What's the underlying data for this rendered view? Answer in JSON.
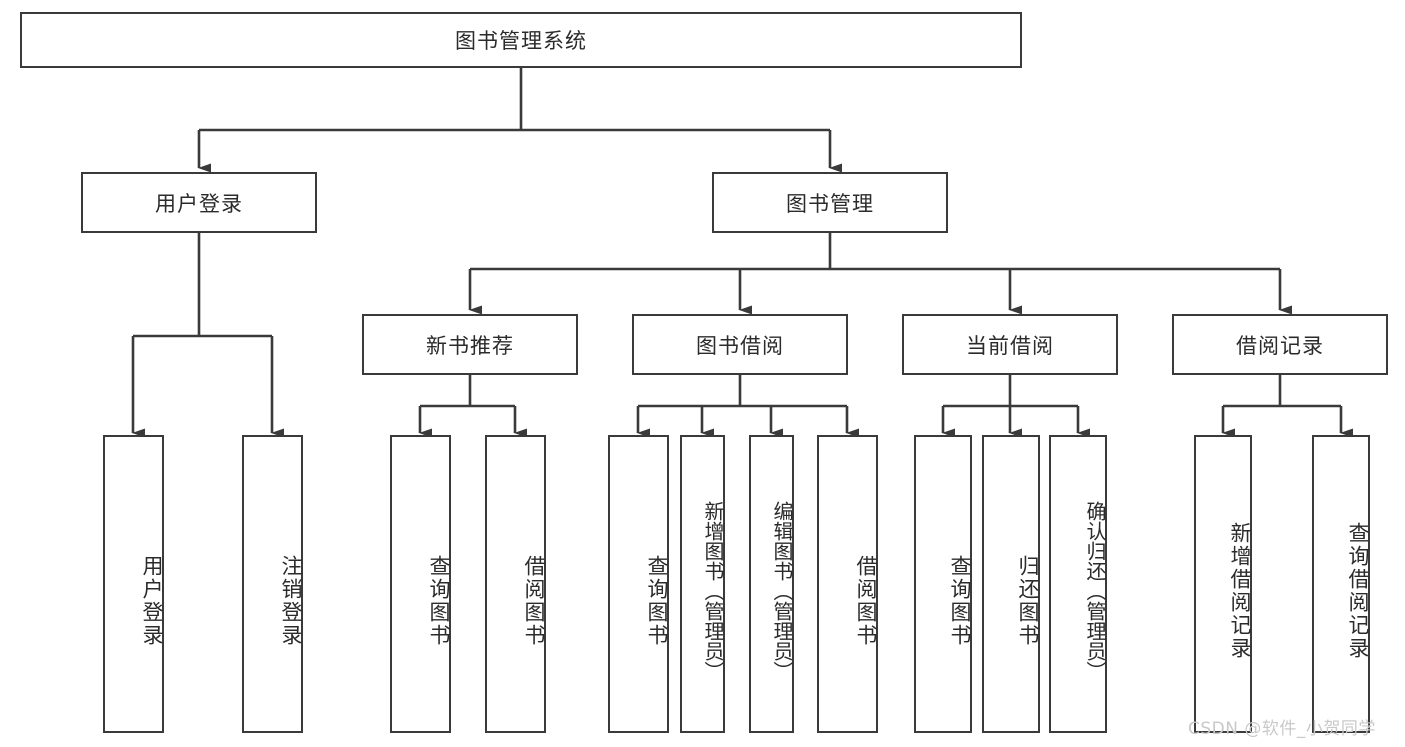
{
  "diagram": {
    "type": "hierarchy-tree",
    "title": "图书管理系统",
    "watermark": "CSDN @软件_小贺同学",
    "colors": {
      "box_border": "#3a3a3a",
      "box_fill": "#ffffff",
      "edge": "#3a3a3a",
      "text": "#2b2b2b",
      "watermark": "#c9c9c9"
    },
    "nodes": {
      "root": {
        "label": "图书管理系统",
        "level": 1,
        "orientation": "horizontal"
      },
      "l2_1": {
        "label": "用户登录",
        "level": 2,
        "orientation": "horizontal"
      },
      "l2_2": {
        "label": "图书管理",
        "level": 2,
        "orientation": "horizontal"
      },
      "l3_1": {
        "label": "新书推荐",
        "level": 3,
        "orientation": "horizontal"
      },
      "l3_2": {
        "label": "图书借阅",
        "level": 3,
        "orientation": "horizontal"
      },
      "l3_3": {
        "label": "当前借阅",
        "level": 3,
        "orientation": "horizontal"
      },
      "l3_4": {
        "label": "借阅记录",
        "level": 3,
        "orientation": "horizontal"
      },
      "leaf_1": {
        "label": "用户登录",
        "level": 4,
        "orientation": "vertical",
        "parent": "用户登录"
      },
      "leaf_2": {
        "label": "注销登录",
        "level": 4,
        "orientation": "vertical",
        "parent": "用户登录"
      },
      "leaf_3": {
        "label": "查询图书",
        "level": 4,
        "orientation": "vertical",
        "parent": "新书推荐"
      },
      "leaf_4": {
        "label": "借阅图书",
        "level": 4,
        "orientation": "vertical",
        "parent": "新书推荐"
      },
      "leaf_5": {
        "label": "查询图书",
        "level": 4,
        "orientation": "vertical",
        "parent": "图书借阅"
      },
      "leaf_6": {
        "label": "新增图书（管理员）",
        "level": 4,
        "orientation": "vertical",
        "parent": "图书借阅"
      },
      "leaf_7": {
        "label": "编辑图书（管理员）",
        "level": 4,
        "orientation": "vertical",
        "parent": "图书借阅"
      },
      "leaf_8": {
        "label": "借阅图书",
        "level": 4,
        "orientation": "vertical",
        "parent": "图书借阅"
      },
      "leaf_9": {
        "label": "查询图书",
        "level": 4,
        "orientation": "vertical",
        "parent": "当前借阅"
      },
      "leaf_10": {
        "label": "归还图书",
        "level": 4,
        "orientation": "vertical",
        "parent": "当前借阅"
      },
      "leaf_11": {
        "label": "确认归还（管理员）",
        "level": 4,
        "orientation": "vertical",
        "parent": "当前借阅"
      },
      "leaf_12": {
        "label": "新增借阅记录",
        "level": 4,
        "orientation": "vertical",
        "parent": "借阅记录"
      },
      "leaf_13": {
        "label": "查询借阅记录",
        "level": 4,
        "orientation": "vertical",
        "parent": "借阅记录"
      }
    },
    "edges": [
      {
        "from": "图书管理系统",
        "to": "用户登录"
      },
      {
        "from": "图书管理系统",
        "to": "图书管理"
      },
      {
        "from": "用户登录",
        "to": "用户登录"
      },
      {
        "from": "用户登录",
        "to": "注销登录"
      },
      {
        "from": "图书管理",
        "to": "新书推荐"
      },
      {
        "from": "图书管理",
        "to": "图书借阅"
      },
      {
        "from": "图书管理",
        "to": "当前借阅"
      },
      {
        "from": "图书管理",
        "to": "借阅记录"
      },
      {
        "from": "新书推荐",
        "to": "查询图书"
      },
      {
        "from": "新书推荐",
        "to": "借阅图书"
      },
      {
        "from": "图书借阅",
        "to": "查询图书"
      },
      {
        "from": "图书借阅",
        "to": "新增图书（管理员）"
      },
      {
        "from": "图书借阅",
        "to": "编辑图书（管理员）"
      },
      {
        "from": "图书借阅",
        "to": "借阅图书"
      },
      {
        "from": "当前借阅",
        "to": "查询图书"
      },
      {
        "from": "当前借阅",
        "to": "归还图书"
      },
      {
        "from": "当前借阅",
        "to": "确认归还（管理员）"
      },
      {
        "from": "借阅记录",
        "to": "新增借阅记录"
      },
      {
        "from": "借阅记录",
        "to": "查询借阅记录"
      }
    ]
  }
}
